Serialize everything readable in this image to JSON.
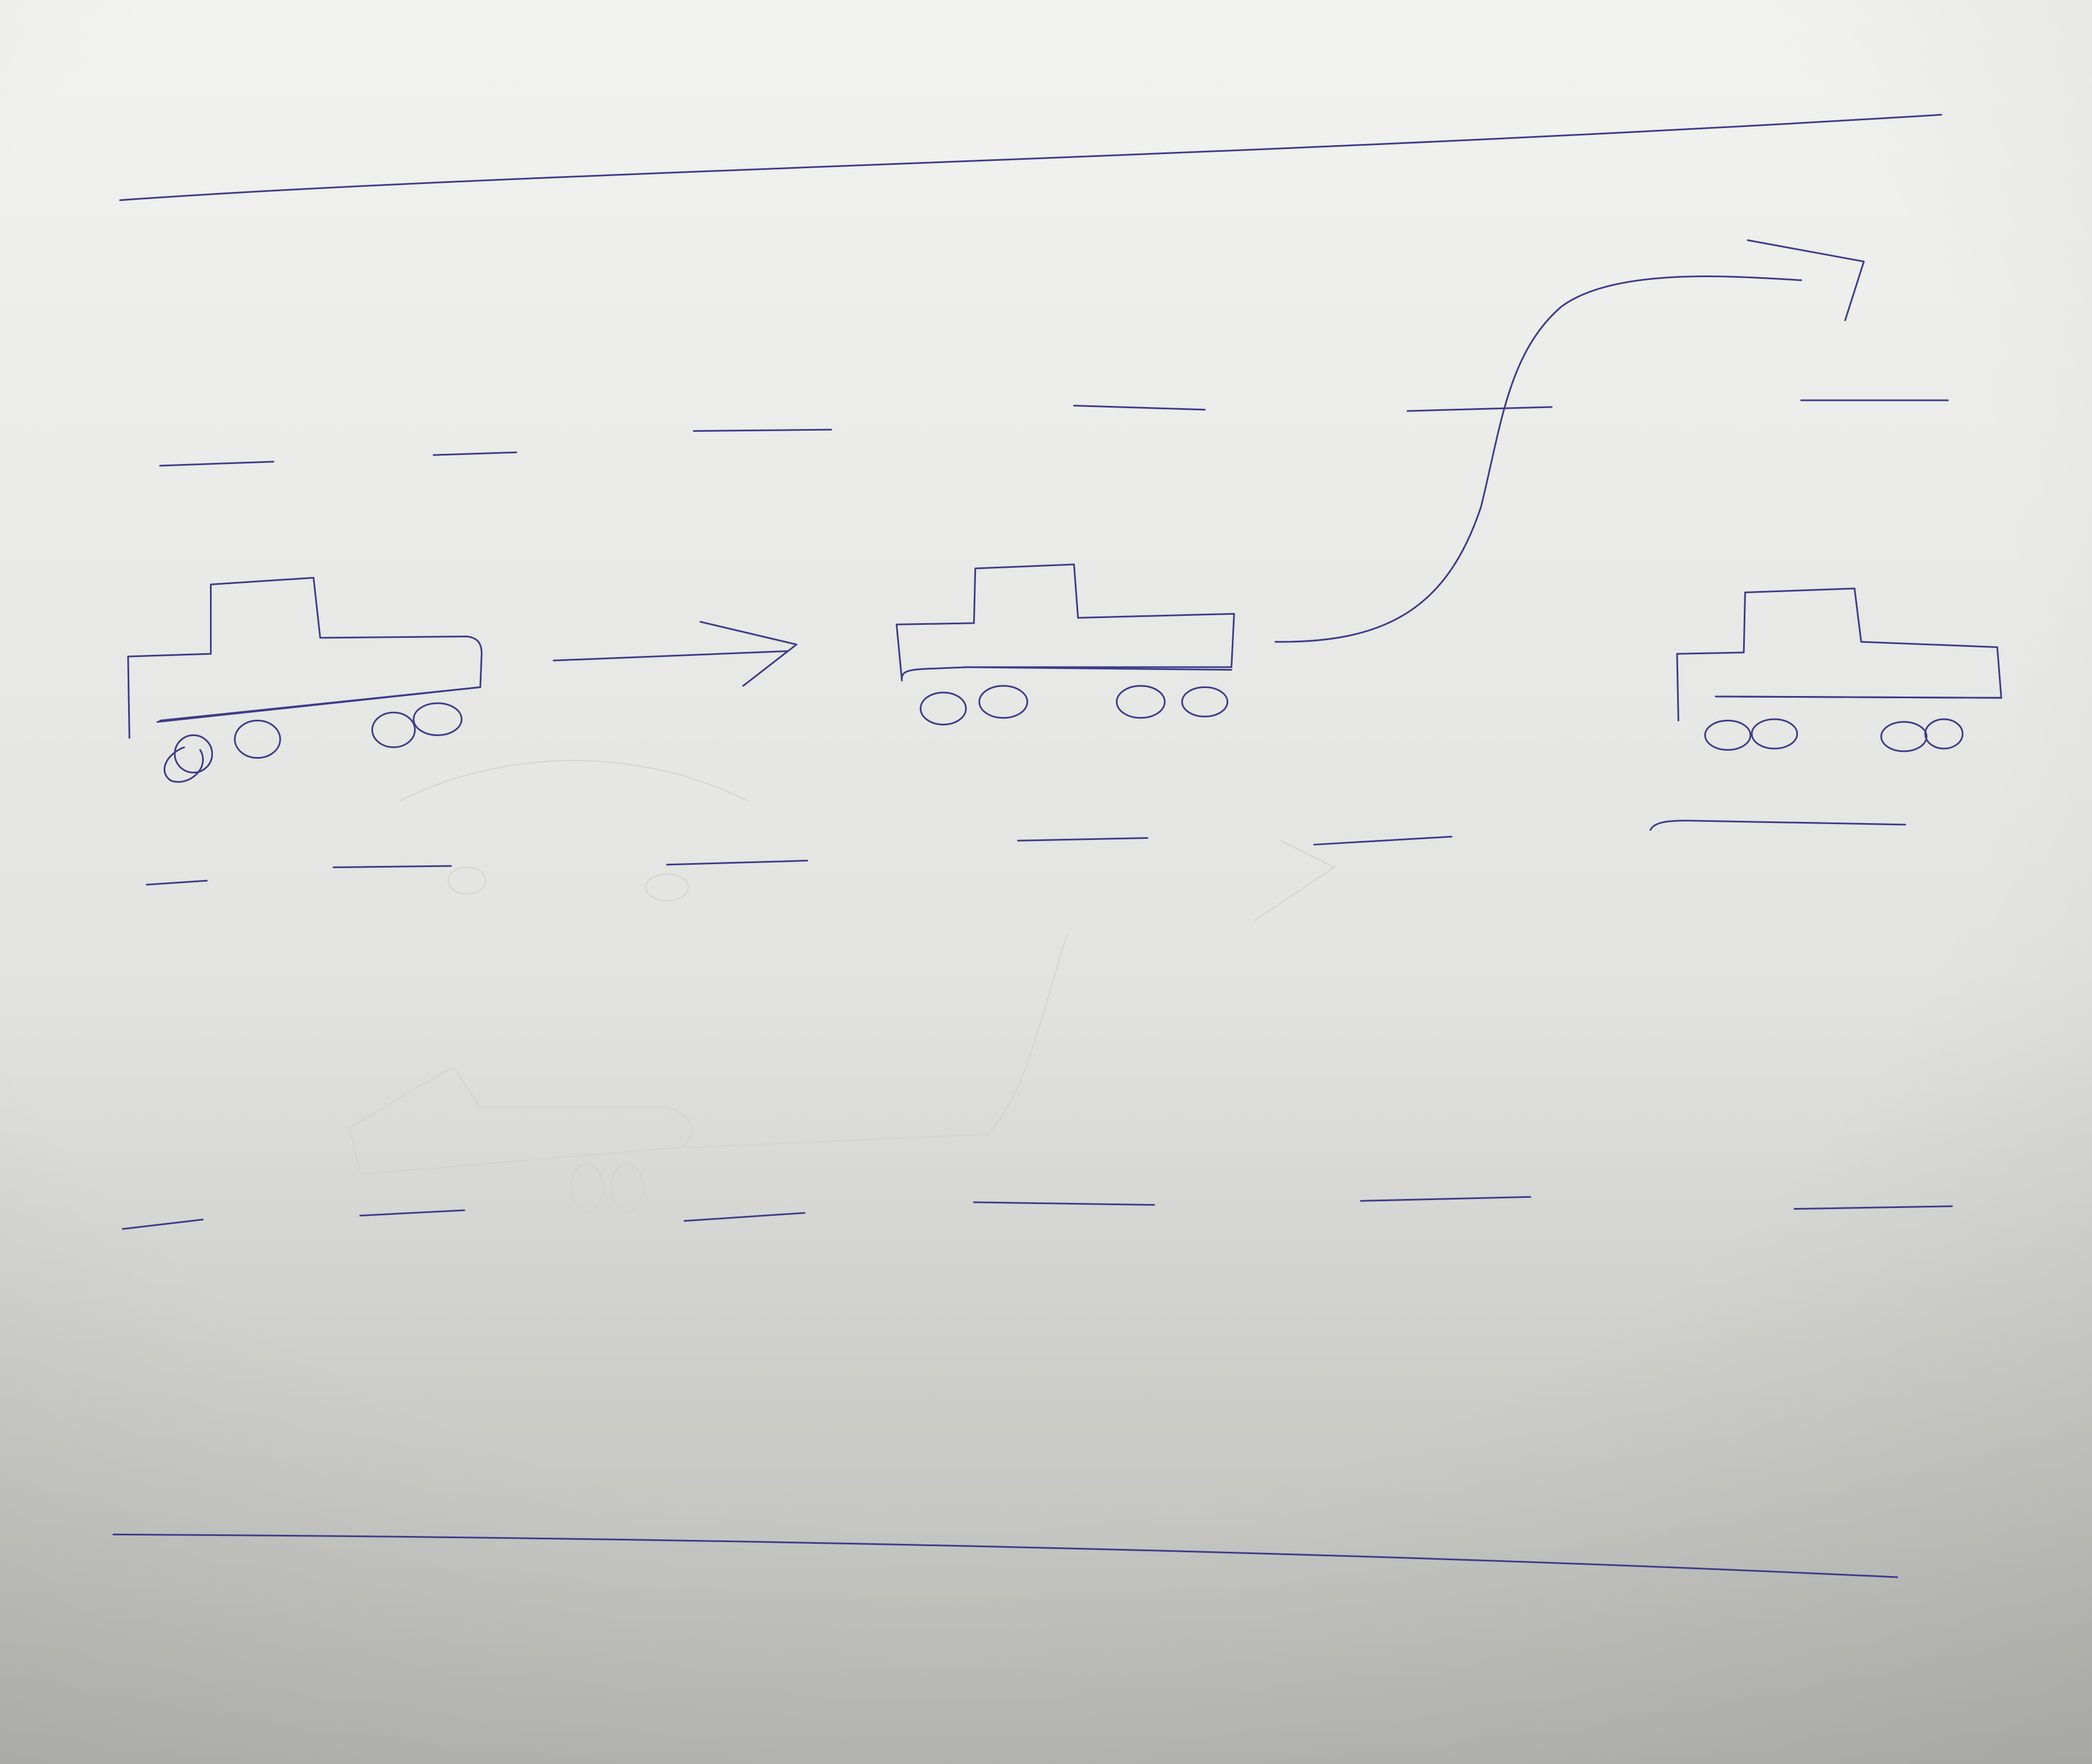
{
  "title": "",
  "colors": {
    "ink": "#3d3c8a",
    "paper_light": "#f2f2f0",
    "paper_mid": "#e3e3e1",
    "paper_dark": "#b9b9b6",
    "emboss": "#d2d2cf"
  },
  "road": {
    "edges": [
      "top-road-edge",
      "bottom-road-edge"
    ],
    "lane_divider_rows": 3,
    "style": "dashed lane markings, hand-drawn in blue ballpoint"
  },
  "vehicles": [
    {
      "id": "car-1",
      "lane": "middle",
      "position": "left"
    },
    {
      "id": "car-2",
      "lane": "middle",
      "position": "center"
    },
    {
      "id": "car-3",
      "lane": "middle",
      "position": "right"
    }
  ],
  "arrows": [
    {
      "id": "straight-arrow",
      "from": "car-1",
      "to": "car-2",
      "kind": "straight"
    },
    {
      "id": "lane-change-arrow",
      "from": "car-2",
      "to": "upper lane",
      "kind": "curved lane change"
    }
  ]
}
